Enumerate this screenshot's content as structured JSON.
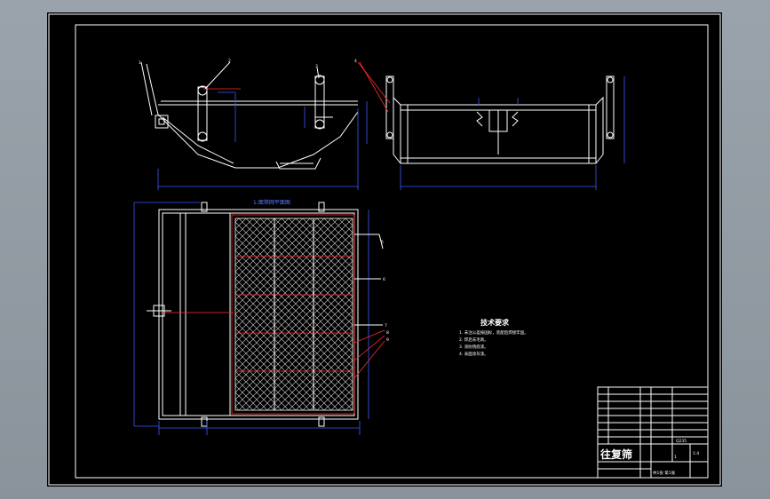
{
  "drawing": {
    "tech_title": "技术要求",
    "tech_notes": [
      "1. 未注公差按国标，装配后焊接牢固。",
      "2. 焊后去毛刺。",
      "3. 涂防锈底漆。",
      "4. 表面涂灰漆。"
    ],
    "plan_view_label": "1:面筛网平面图",
    "callouts": [
      "1",
      "2",
      "3",
      "4",
      "5",
      "6",
      "7",
      "8",
      "9"
    ]
  },
  "title_block": {
    "designer": "往复筛",
    "scale": "1:4",
    "quantity": "1",
    "sheet": "共1张 第1张",
    "material": "Q235"
  },
  "colors": {
    "background": "#000000",
    "frame": "#ffffff",
    "dimension": "#3b5bff",
    "centerline": "#ff2a2a"
  }
}
